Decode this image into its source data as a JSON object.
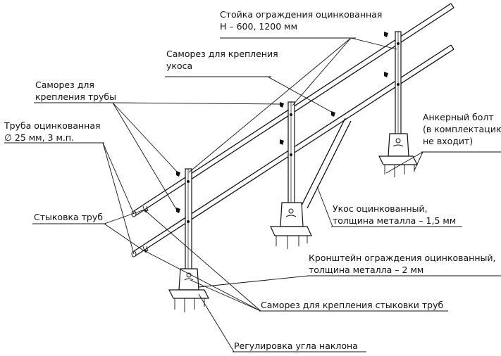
{
  "labels": {
    "post": {
      "line1": "Стойка ограждения оцинкованная",
      "line2": "Н – 600, 1200 мм"
    },
    "brace_screw": {
      "line1": "Саморез для крепления",
      "line2": "укоса"
    },
    "pipe_screw": {
      "line1": "Саморез для",
      "line2": "крепления трубы"
    },
    "pipe": {
      "line1": "Труба оцинкованная",
      "line2": "∅ 25 мм, 3 м.п."
    },
    "anchor": {
      "line1": "Анкерный болт",
      "line2": "(в комплектацию",
      "line3": "не входит)"
    },
    "pipe_joint": "Стыковка труб",
    "brace": {
      "line1": "Укос оцинкованный,",
      "line2": "толщина металла – 1,5 мм"
    },
    "bracket": {
      "line1": "Кронштейн ограждения оцинкованный,",
      "line2": "толщина металла – 2 мм"
    },
    "joint_screw": "Саморез для крепления стыковки труб",
    "angle": "Регулировка угла наклона"
  }
}
